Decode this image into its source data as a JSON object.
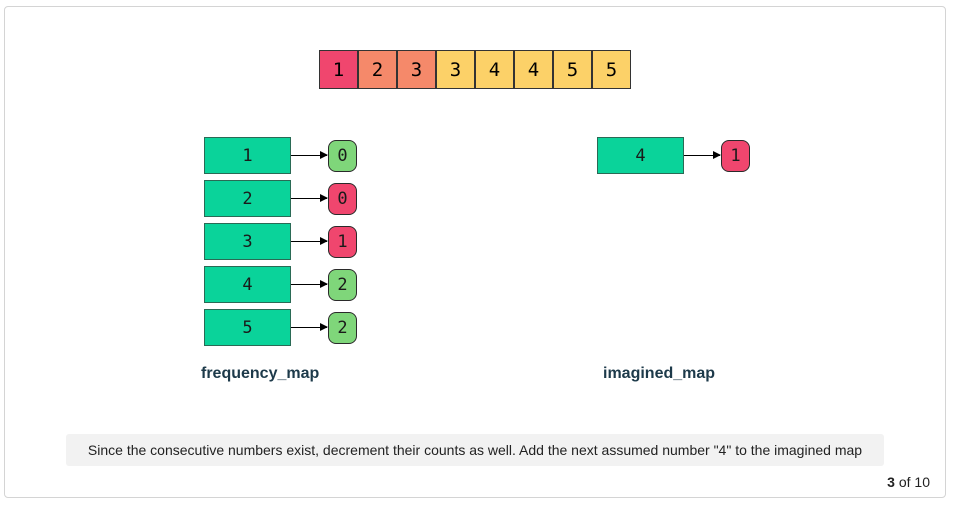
{
  "colors": {
    "array": [
      "#f0466e",
      "#f5896a",
      "#f5896a",
      "#fcd168",
      "#fcd168",
      "#fcd168",
      "#fcd168",
      "#fcd168"
    ],
    "key_fill": "#0ad39a",
    "zero_count": "#f0466e",
    "positive_count": "#7fd67a"
  },
  "array": [
    "1",
    "2",
    "3",
    "3",
    "4",
    "4",
    "5",
    "5"
  ],
  "frequency_map": {
    "label": "frequency_map",
    "entries": [
      {
        "key": "1",
        "value": "0",
        "color": "#7fd67a"
      },
      {
        "key": "2",
        "value": "0",
        "color": "#f0466e"
      },
      {
        "key": "3",
        "value": "1",
        "color": "#f0466e"
      },
      {
        "key": "4",
        "value": "2",
        "color": "#7fd67a"
      },
      {
        "key": "5",
        "value": "2",
        "color": "#7fd67a"
      }
    ]
  },
  "imagined_map": {
    "label": "imagined_map",
    "entries": [
      {
        "key": "4",
        "value": "1",
        "color": "#f0466e"
      }
    ]
  },
  "caption": "Since the consecutive numbers exist, decrement their counts as well. Add the next assumed number \"4\" to the imagined map",
  "pagination": {
    "current": "3",
    "separator": " of ",
    "total": "10"
  }
}
